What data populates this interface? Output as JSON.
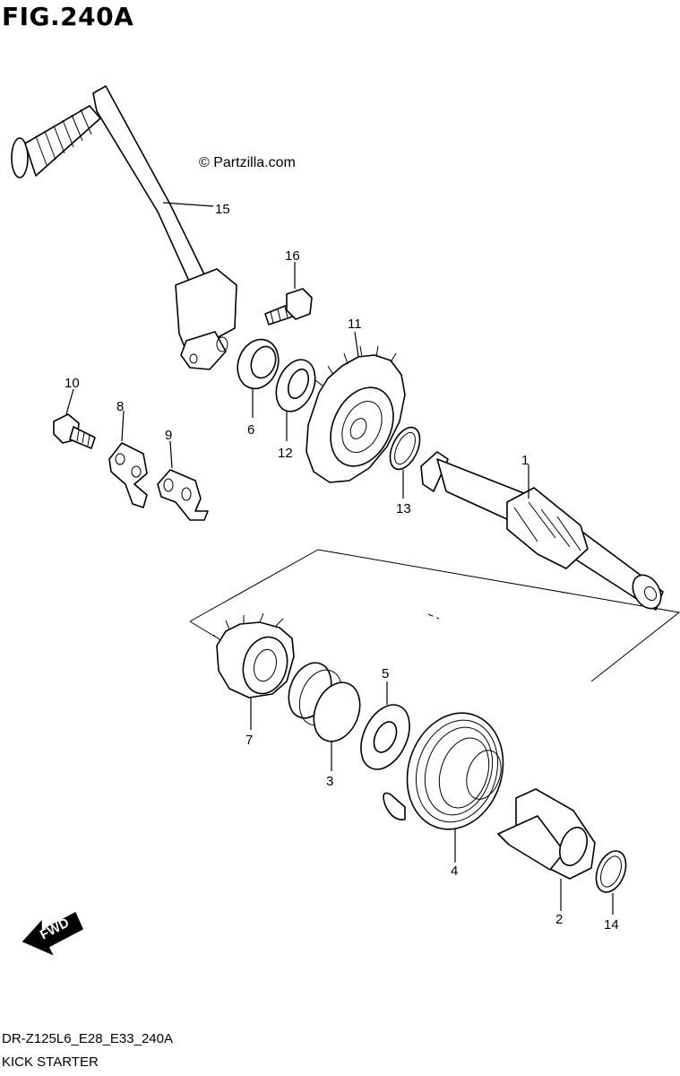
{
  "figure_title": "FIG.240A",
  "watermark": "© Partzilla.com",
  "footer": {
    "model_code": "DR-Z125L6_E28_E33_240A",
    "section_name": "KICK STARTER"
  },
  "fwd_arrow_label": "FWD",
  "callouts": [
    "1",
    "2",
    "3",
    "4",
    "5",
    "6",
    "7",
    "8",
    "9",
    "10",
    "11",
    "12",
    "13",
    "14",
    "15",
    "16"
  ]
}
